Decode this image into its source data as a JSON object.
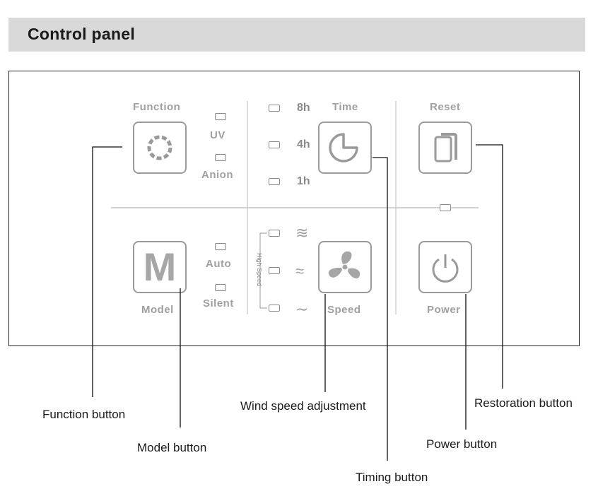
{
  "header": {
    "title": "Control panel"
  },
  "panel": {
    "function_label": "Function",
    "uv_label": "UV",
    "anion_label": "Anion",
    "time_label": "Time",
    "time_8h": "8h",
    "time_4h": "4h",
    "time_1h": "1h",
    "reset_label": "Reset",
    "model_label": "Model",
    "model_button_letter": "M",
    "auto_label": "Auto",
    "silent_label": "Silent",
    "high_speed_label": "High Speed",
    "speed_label": "Speed",
    "power_label": "Power",
    "icons": [
      "gear-icon",
      "clock-icon",
      "copy-icon",
      "fan-icon",
      "power-icon",
      "wave-high-icon",
      "wave-medium-icon",
      "wave-low-icon"
    ]
  },
  "callouts": {
    "function_button": "Function button",
    "model_button": "Model button",
    "wind_speed": "Wind speed adjustment",
    "timing_button": "Timing button",
    "power_button": "Power  button",
    "restoration_button": "Restoration button"
  },
  "colors": {
    "header_bg": "#d9d9d9",
    "panel_text": "#a0a0a0",
    "border": "#222222"
  }
}
